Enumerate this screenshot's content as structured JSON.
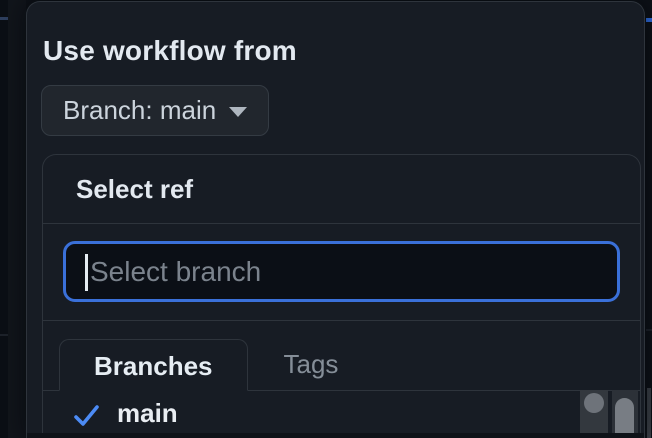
{
  "modal": {
    "title": "Use workflow from",
    "branch_selector": {
      "label": "Branch: main"
    },
    "ref_picker": {
      "title": "Select ref",
      "search_placeholder": "Select branch",
      "tabs": [
        {
          "label": "Branches",
          "active": true
        },
        {
          "label": "Tags",
          "active": false
        }
      ],
      "items": [
        {
          "label": "main",
          "selected": true
        }
      ]
    }
  },
  "colors": {
    "page_bg": "#0d1117",
    "overlay_bg": "#171c24",
    "border": "#2e343c",
    "button_bg": "#21262d",
    "input_bg": "#0b0f16",
    "focus_blue": "#3a70d9",
    "check_blue": "#4c8bf5",
    "text_primary": "#e6edf3",
    "text_muted": "#858e98",
    "placeholder": "#7b838d"
  }
}
